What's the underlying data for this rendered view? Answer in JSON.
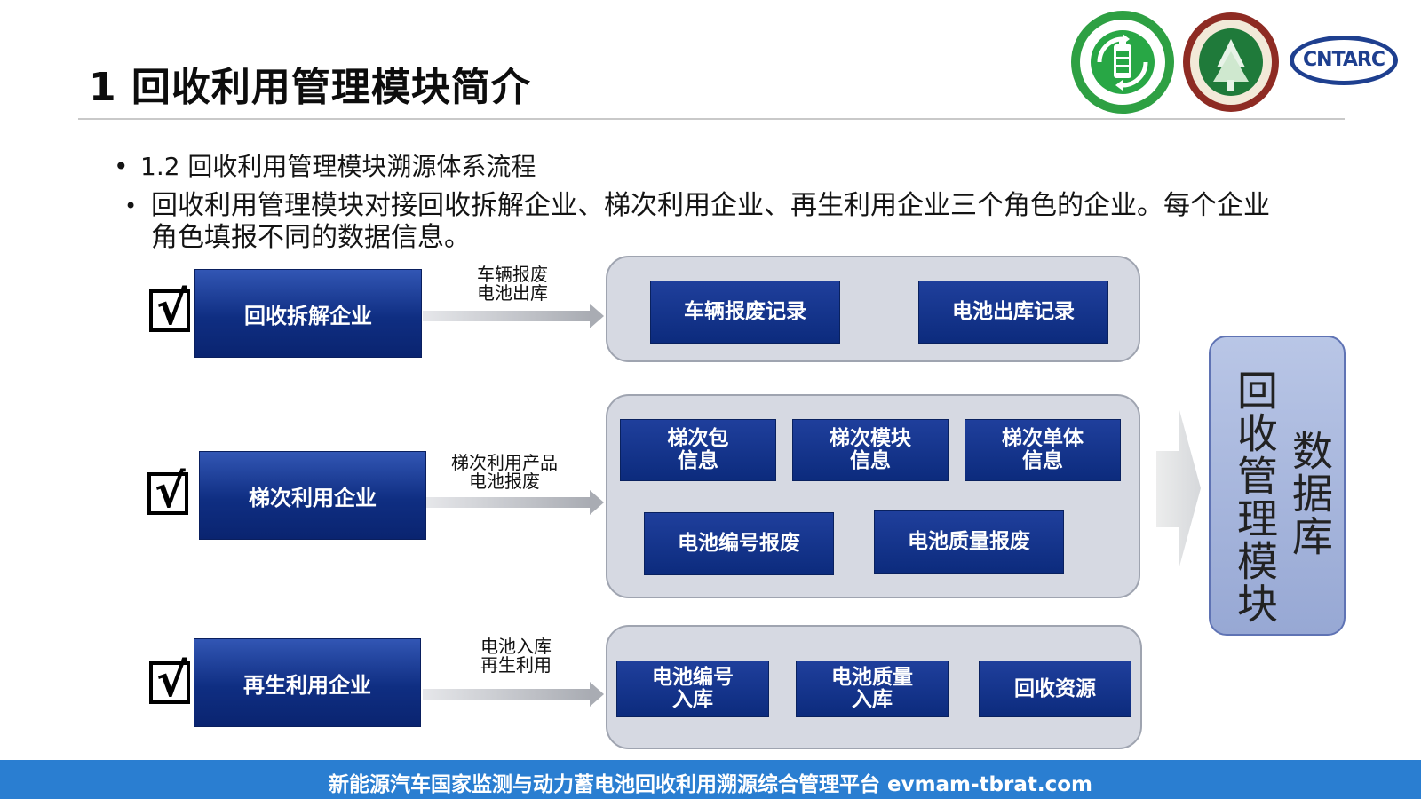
{
  "header": {
    "title": "1 回收利用管理模块简介",
    "logo_right_text": "CNTARC"
  },
  "bullets": {
    "section": "1.2 回收利用管理模块溯源体系流程",
    "description": "回收利用管理模块对接回收拆解企业、梯次利用企业、再生利用企业三个角色的企业。每个企业角色填报不同的数据信息。",
    "dot": "•"
  },
  "checkmark": "√",
  "rows": [
    {
      "enterprise": "回收拆解企业",
      "arrow_label_1": "车辆报废",
      "arrow_label_2": "电池出库",
      "items": [
        "车辆报废记录",
        "电池出库记录"
      ]
    },
    {
      "enterprise": "梯次利用企业",
      "arrow_label_1": "梯次利用产品",
      "arrow_label_2": "电池报废",
      "items": [
        "梯次包\n信息",
        "梯次模块\n信息",
        "梯次单体\n信息",
        "电池编号报废",
        "电池质量报废"
      ]
    },
    {
      "enterprise": "再生利用企业",
      "arrow_label_1": "电池入库",
      "arrow_label_2": "再生利用",
      "items": [
        "电池编号\n入库",
        "电池质量\n入库",
        "回收资源"
      ]
    }
  ],
  "database": {
    "module_text": "回收管理模块",
    "store_text": "数据库"
  },
  "footer": {
    "text": "新能源汽车国家监测与动力蓄电池回收利用溯源综合管理平台   evmam-tbrat.com"
  },
  "colors": {
    "enterprise_blue": "#0f2e82",
    "panel_gray": "#d6d9e2",
    "database_blue": "#a9b8df",
    "footer_blue": "#2a7ed1",
    "arrow_gray": "#b4b7bd"
  },
  "icons": [
    "recycle-battery-logo-icon",
    "university-emblem-icon",
    "cntarc-logo-icon",
    "checkbox-icon",
    "right-arrow-icon"
  ]
}
